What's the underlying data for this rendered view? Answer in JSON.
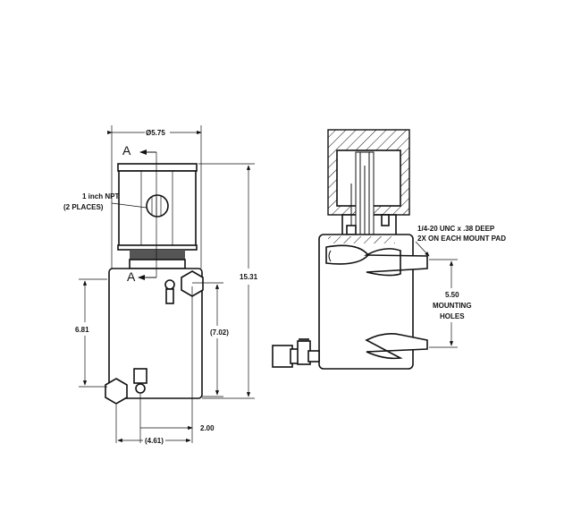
{
  "front_view": {
    "diameter_label": "Ø5.75",
    "section_mark_top": "A",
    "section_mark_bottom": "A",
    "port_label_line1": "1 inch NPT",
    "port_label_line2": "(2 PLACES)",
    "height_total": "15.31",
    "height_left": "6.81",
    "height_ref": "(7.02)",
    "width_offset": "2.00",
    "width_ref": "(4.61)"
  },
  "section_view": {
    "tap_label_line1": "1/4-20 UNC x .38 DEEP",
    "tap_label_line2": "2X ON EACH MOUNT PAD",
    "mount_spacing": "5.50",
    "mount_label_line1": "MOUNTING",
    "mount_label_line2": "HOLES"
  }
}
